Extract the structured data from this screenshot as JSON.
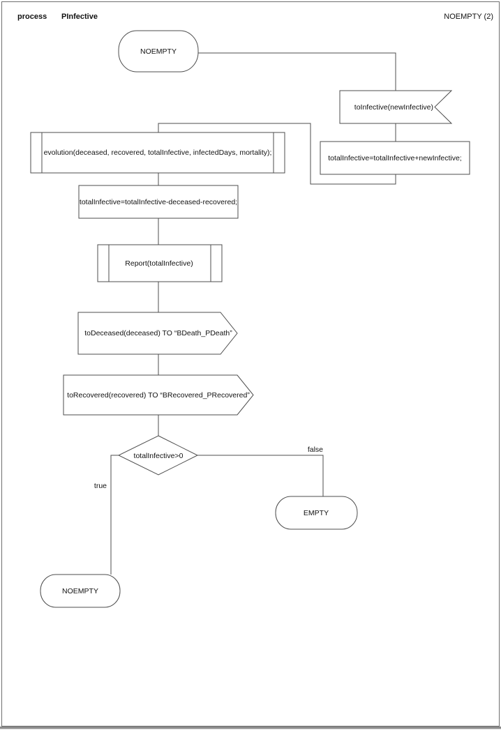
{
  "header": {
    "process_label": "process",
    "process_name": "PInfective",
    "page_reference": "NOEMPTY (2)"
  },
  "colors": {
    "line": "#4d4d4d",
    "frame": "#6e6e6e",
    "bottom_shadow": "#8c8c8c",
    "background": "#ffffff",
    "text": "#111111"
  },
  "diagram": {
    "type": "sdl-process-flowchart",
    "nodes": [
      {
        "id": "state-start",
        "kind": "state",
        "label": "NOEMPTY"
      },
      {
        "id": "input-toinfective",
        "kind": "input-signal",
        "label": "toInfective(newInfective)"
      },
      {
        "id": "task-add",
        "kind": "task",
        "label": "totalInfective=totalInfective+newInfective;"
      },
      {
        "id": "proc-evolution",
        "kind": "procedure-call",
        "label": "evolution(deceased, recovered, totalInfective, infectedDays, mortality);"
      },
      {
        "id": "task-subtract",
        "kind": "task",
        "label": "totalInfective=totalInfective-deceased-recovered;"
      },
      {
        "id": "proc-report",
        "kind": "procedure-call",
        "label": "Report(totalInfective)"
      },
      {
        "id": "output-todeceased",
        "kind": "output-signal",
        "label": "toDeceased(deceased) TO “BDeath_PDeath”"
      },
      {
        "id": "output-torecovered",
        "kind": "output-signal",
        "label": "toRecovered(recovered) TO “BRecovered_PRecovered”"
      },
      {
        "id": "decision-totalinfective",
        "kind": "decision",
        "label": "totalInfective>0"
      },
      {
        "id": "state-empty",
        "kind": "state",
        "label": "EMPTY"
      },
      {
        "id": "state-noempty-loop",
        "kind": "state",
        "label": "NOEMPTY"
      }
    ],
    "branch_labels": {
      "true_label": "true",
      "false_label": "false"
    }
  }
}
